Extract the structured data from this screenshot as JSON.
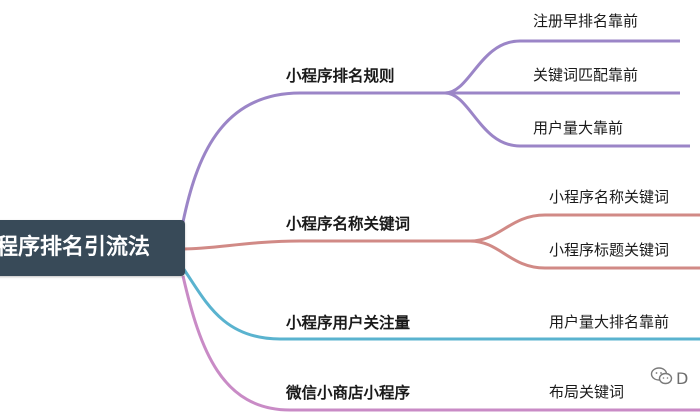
{
  "root": {
    "label": "程序排名引流法"
  },
  "branches": [
    {
      "label": "小程序排名规则",
      "color": "#9b85c7",
      "leaves": [
        "注册早排名靠前",
        "关键词匹配靠前",
        "用户量大靠前"
      ]
    },
    {
      "label": "小程序名称关键词",
      "color": "#d18a86",
      "leaves": [
        "小程序名称关键词",
        "小程序标题关键词"
      ]
    },
    {
      "label": "小程序用户关注量",
      "color": "#5ab3cf",
      "leaves": [
        "用户量大排名靠前"
      ]
    },
    {
      "label": "微信小商店小程序",
      "color": "#c98bc6",
      "leaves": [
        "布局关键词"
      ]
    }
  ],
  "watermark": {
    "text": "D",
    "icon": "wechat-icon"
  }
}
